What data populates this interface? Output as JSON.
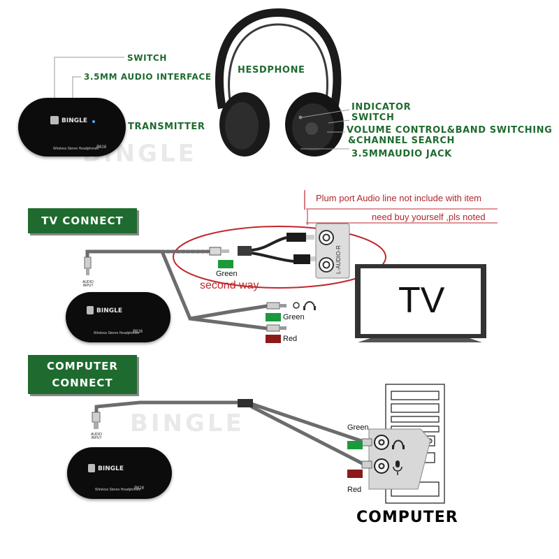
{
  "transmitter_callouts": {
    "switch": "SWITCH",
    "audio_interface": "3.5MM AUDIO INTERFACE",
    "transmitter": "TRANSMITTER"
  },
  "headphone_callouts": {
    "headphone": "HESDPHONE",
    "indicator": "INDICATOR",
    "switch": "SWITCH",
    "volume_line1": "VOLUME CONTROL&BAND SWITCHING",
    "volume_line2": "&CHANNEL SEARCH",
    "audio_jack": "3.5MMAUDIO JACK"
  },
  "watermark": "BINGLE",
  "brand": "BINGLE",
  "device_small_text": "Wireless Stereo Headphones",
  "device_model": "B616",
  "audio_input_label": {
    "line1": "AUDIO",
    "line2": "INPUT"
  },
  "tv_section": {
    "header": "TV CONNECT",
    "note_line1": "Plum port Audio line not include with item",
    "note_line2": "need buy yourself ,pls noted",
    "rca_label": "L-AUDIO-R",
    "green_label_1": "Green",
    "second_way": "second way",
    "green_label_2": "Green",
    "red_label": "Red",
    "tv_text": "TV"
  },
  "computer_section": {
    "header_line1": "COMPUTER",
    "header_line2": "CONNECT",
    "green_label": "Green",
    "red_label": "Red",
    "title": "COMPUTER"
  },
  "colors": {
    "label_green": "#1f6b2f",
    "swatch_green": "#1a9a3a",
    "swatch_red": "#8b1a1a",
    "note_red": "#b0262c"
  }
}
